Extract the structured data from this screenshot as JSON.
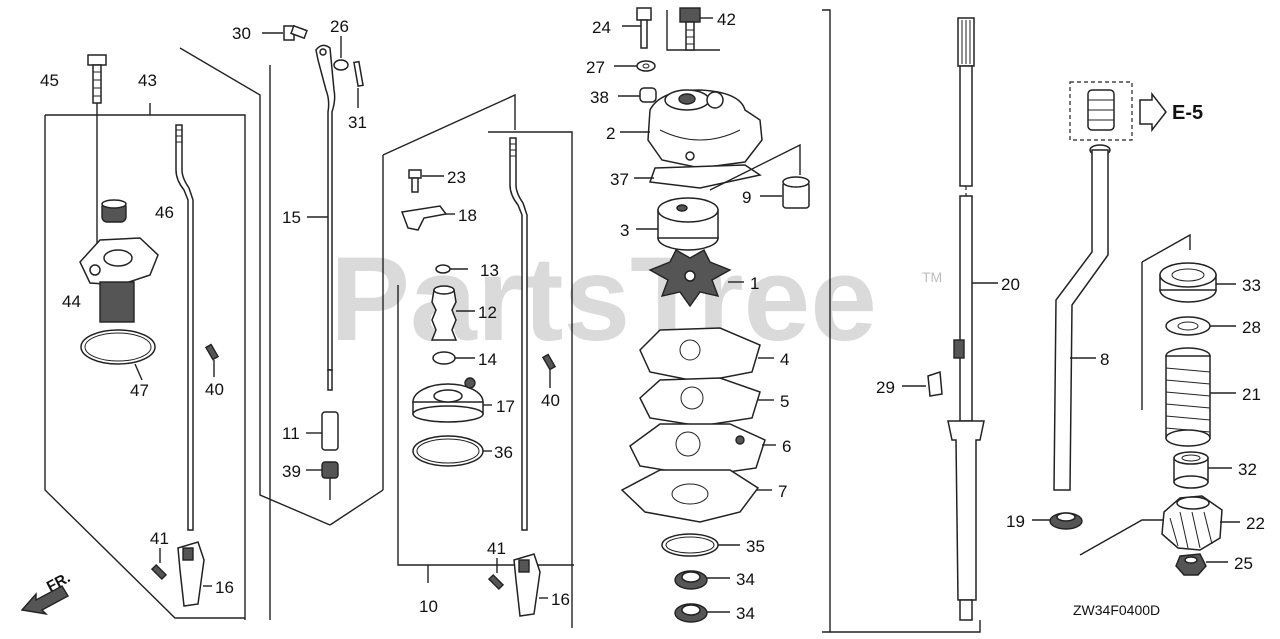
{
  "diagram": {
    "watermark": "PartsTree",
    "watermark_tm": "TM",
    "drawing_code": "ZW34F0400D",
    "reference_label": "E-5",
    "direction_label": "FR.",
    "callouts": [
      "30",
      "26",
      "31",
      "45",
      "43",
      "46",
      "44",
      "47",
      "40",
      "15",
      "11",
      "39",
      "41",
      "16",
      "23",
      "18",
      "13",
      "12",
      "14",
      "17",
      "36",
      "10",
      "24",
      "42",
      "27",
      "38",
      "2",
      "37",
      "9",
      "3",
      "1",
      "4",
      "5",
      "6",
      "7",
      "35",
      "34",
      "20",
      "29",
      "8",
      "33",
      "28",
      "21",
      "32",
      "19",
      "22",
      "25"
    ]
  }
}
